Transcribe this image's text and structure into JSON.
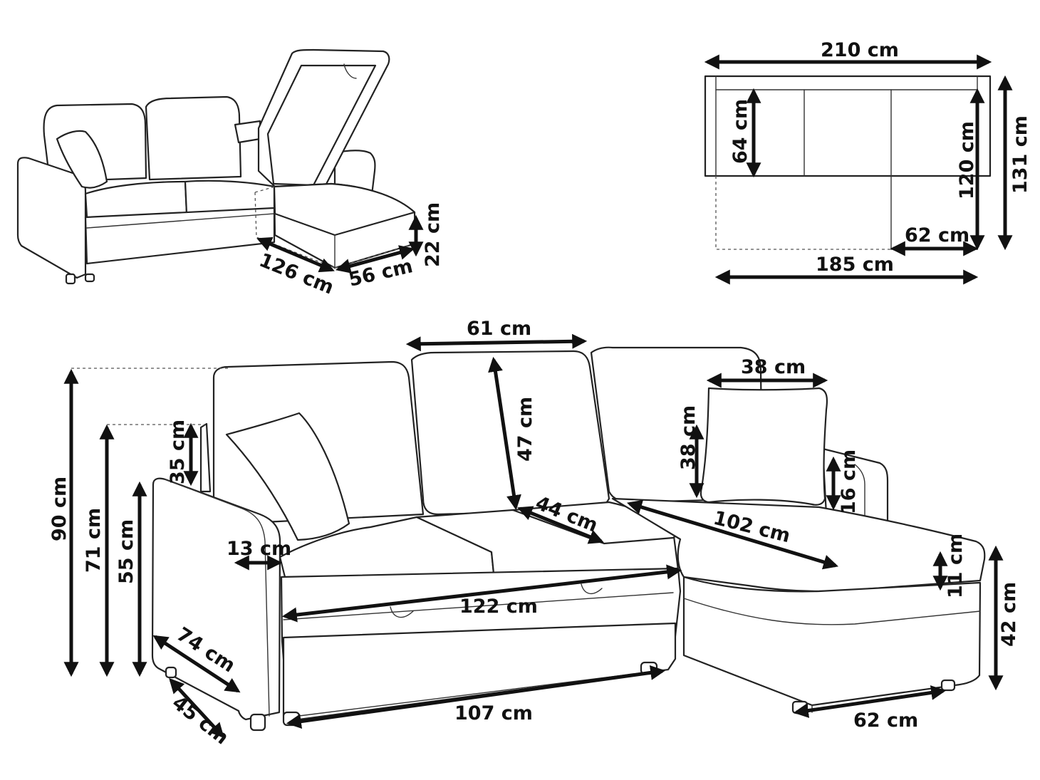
{
  "views": {
    "small": {
      "width_126": "126 cm",
      "depth_56": "56 cm",
      "height_22": "22 cm"
    },
    "top": {
      "total_width": "210 cm",
      "seat_depth": "64 cm",
      "inner_chaise": "120 cm",
      "total_depth": "131 cm",
      "chaise_width": "62 cm",
      "bottom_width": "185 cm"
    },
    "main": {
      "cushion_width": "61 cm",
      "cushion_height": "47 cm",
      "seat_depth": "44 cm",
      "pillow_width": "38 cm",
      "pillow_height": "38 cm",
      "backrest_height": "35 cm",
      "armrest_top": "16 cm",
      "chaise_length": "102 cm",
      "arm_width": "13 cm",
      "seat_width": "122 cm",
      "cushion_thick": "11 cm",
      "chaise_height": "42 cm",
      "total_height": "90 cm",
      "back_height": "71 cm",
      "arm_height": "55 cm",
      "arm_depth": "74 cm",
      "leg_depth": "45 cm",
      "bed_width": "107 cm",
      "chaise_base": "62 cm"
    }
  }
}
